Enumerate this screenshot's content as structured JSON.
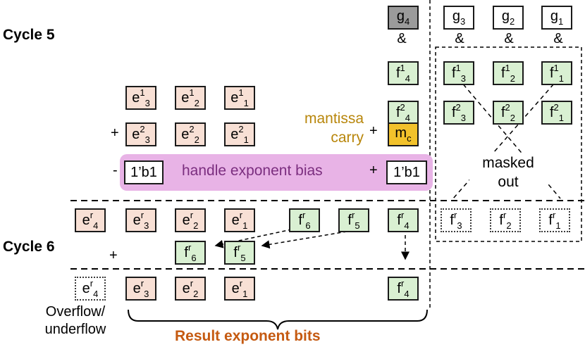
{
  "labels": {
    "cycle5": "Cycle 5",
    "cycle6": "Cycle 6",
    "mantissa_carry": [
      "mantissa",
      "carry"
    ],
    "handle_bias": "handle exponent bias",
    "masked_out": [
      "masked",
      "out"
    ],
    "overflow": [
      "Overflow/",
      "underflow"
    ],
    "result_bits": "Result exponent bits"
  },
  "ops": {
    "and": "&",
    "plus": "+",
    "minus": "-"
  },
  "boxes": {
    "g4": {
      "base": "g",
      "sup": "",
      "sub": "4"
    },
    "g3": {
      "base": "g",
      "sup": "",
      "sub": "3"
    },
    "g2": {
      "base": "g",
      "sup": "",
      "sub": "2"
    },
    "g1": {
      "base": "g",
      "sup": "",
      "sub": "1"
    },
    "f14": {
      "base": "f",
      "sup": "1",
      "sub": "4"
    },
    "f13": {
      "base": "f",
      "sup": "1",
      "sub": "3"
    },
    "f12": {
      "base": "f",
      "sup": "1",
      "sub": "2"
    },
    "f11": {
      "base": "f",
      "sup": "1",
      "sub": "1"
    },
    "f24": {
      "base": "f",
      "sup": "2",
      "sub": "4"
    },
    "f23": {
      "base": "f",
      "sup": "2",
      "sub": "3"
    },
    "f22": {
      "base": "f",
      "sup": "2",
      "sub": "2"
    },
    "f21": {
      "base": "f",
      "sup": "2",
      "sub": "1"
    },
    "e13": {
      "base": "e",
      "sup": "1",
      "sub": "3"
    },
    "e12": {
      "base": "e",
      "sup": "1",
      "sub": "2"
    },
    "e11": {
      "base": "e",
      "sup": "1",
      "sub": "1"
    },
    "e23": {
      "base": "e",
      "sup": "2",
      "sub": "3"
    },
    "e22": {
      "base": "e",
      "sup": "2",
      "sub": "2"
    },
    "e21": {
      "base": "e",
      "sup": "2",
      "sub": "1"
    },
    "mc": {
      "base": "m",
      "sup": "",
      "sub": "c"
    },
    "bias_left": {
      "base": "1’b1",
      "sup": "",
      "sub": ""
    },
    "bias_right": {
      "base": "1’b1",
      "sup": "",
      "sub": ""
    },
    "er4": {
      "base": "e",
      "sup": "r",
      "sub": "4"
    },
    "er3": {
      "base": "e",
      "sup": "r",
      "sub": "3"
    },
    "er2": {
      "base": "e",
      "sup": "r",
      "sub": "2"
    },
    "er1": {
      "base": "e",
      "sup": "r",
      "sub": "1"
    },
    "fr6": {
      "base": "f",
      "sup": "r",
      "sub": "6"
    },
    "fr5": {
      "base": "f",
      "sup": "r",
      "sub": "5"
    },
    "fr4": {
      "base": "f",
      "sup": "r",
      "sub": "4"
    },
    "fr3": {
      "base": "f",
      "sup": "r",
      "sub": "3"
    },
    "fr2": {
      "base": "f",
      "sup": "r",
      "sub": "2"
    },
    "fr1": {
      "base": "f",
      "sup": "r",
      "sub": "1"
    },
    "fr6b": {
      "base": "f",
      "sup": "r",
      "sub": "6"
    },
    "fr5b": {
      "base": "f",
      "sup": "r",
      "sub": "5"
    },
    "er4o": {
      "base": "e",
      "sup": "r",
      "sub": "4"
    },
    "er3o": {
      "base": "e",
      "sup": "r",
      "sub": "3"
    },
    "er2o": {
      "base": "e",
      "sup": "r",
      "sub": "2"
    },
    "er1o": {
      "base": "e",
      "sup": "r",
      "sub": "1"
    },
    "fr4o": {
      "base": "f",
      "sup": "r",
      "sub": "4"
    }
  }
}
